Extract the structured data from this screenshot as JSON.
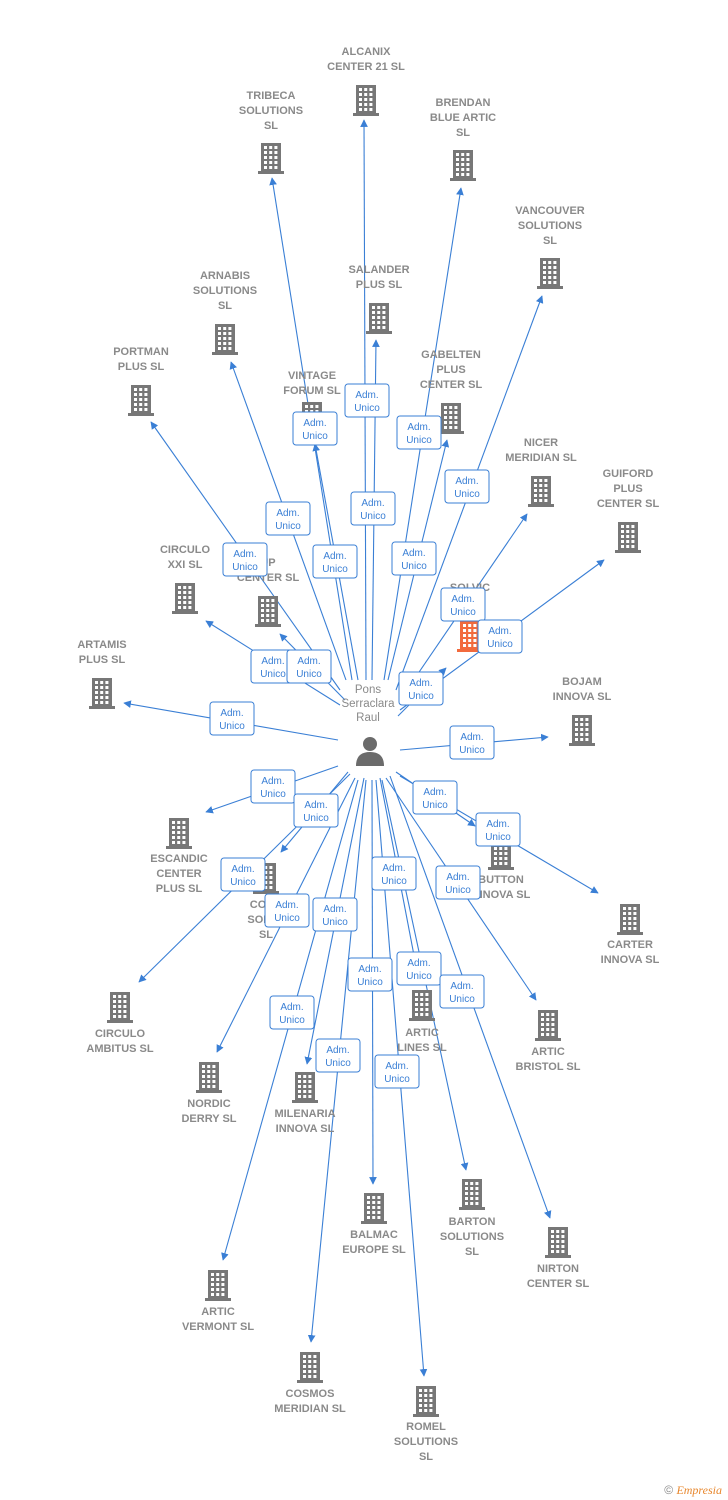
{
  "colors": {
    "edge": "#3a7fd5",
    "building": "#777777",
    "highlight": "#f26a3d",
    "label": "#8a8a8a",
    "person": "#6b6b6b"
  },
  "person": {
    "lines": [
      "Pons",
      "Serraclara",
      "Raul"
    ],
    "icon": "person-icon"
  },
  "role": [
    "Adm.",
    "Unico"
  ],
  "companies": [
    {
      "id": "alcanix",
      "lines": [
        "ALCANIX",
        "CENTER 21 SL"
      ]
    },
    {
      "id": "tribeca",
      "lines": [
        "TRIBECA",
        "SOLUTIONS",
        "SL"
      ]
    },
    {
      "id": "brendan",
      "lines": [
        "BRENDAN",
        "BLUE ARTIC",
        "SL"
      ]
    },
    {
      "id": "vancouver",
      "lines": [
        "VANCOUVER",
        "SOLUTIONS",
        "SL"
      ]
    },
    {
      "id": "arnabis",
      "lines": [
        "ARNABIS",
        "SOLUTIONS",
        "SL"
      ]
    },
    {
      "id": "salander",
      "lines": [
        "SALANDER",
        "PLUS SL"
      ]
    },
    {
      "id": "portman",
      "lines": [
        "PORTMAN",
        "PLUS SL"
      ]
    },
    {
      "id": "vintage",
      "lines": [
        "VINTAGE",
        "FORUM SL"
      ]
    },
    {
      "id": "gabelten",
      "lines": [
        "GABELTEN",
        "PLUS",
        "CENTER SL"
      ]
    },
    {
      "id": "nicer",
      "lines": [
        "NICER",
        "MERIDIAN  SL"
      ]
    },
    {
      "id": "guiford",
      "lines": [
        "GUIFORD",
        "PLUS",
        "CENTER SL"
      ]
    },
    {
      "id": "circuloxxi",
      "lines": [
        "CIRCULO",
        "XXI SL"
      ]
    },
    {
      "id": "upcenter",
      "lines": [
        "UP",
        "CENTER SL"
      ]
    },
    {
      "id": "solvic",
      "lines": [
        "SOLVIC",
        "N        SL"
      ],
      "highlight": true
    },
    {
      "id": "artamis",
      "lines": [
        "ARTAMIS",
        "PLUS SL"
      ]
    },
    {
      "id": "bojam",
      "lines": [
        "BOJAM",
        "INNOVA  SL"
      ]
    },
    {
      "id": "escandic",
      "lines": [
        "ESCANDIC",
        "CENTER",
        "PLUS SL"
      ]
    },
    {
      "id": "button",
      "lines": [
        "BUTTON",
        "INNOVA SL"
      ]
    },
    {
      "id": "carter",
      "lines": [
        "CARTER",
        "INNOVA  SL"
      ]
    },
    {
      "id": "conc",
      "lines": [
        "CONC",
        "SOLUT",
        "SL"
      ]
    },
    {
      "id": "circuloambitus",
      "lines": [
        "CIRCULO",
        "AMBITUS SL"
      ]
    },
    {
      "id": "articlines",
      "lines": [
        "ARTIC",
        "LINES SL"
      ]
    },
    {
      "id": "articbristol",
      "lines": [
        "ARTIC",
        "BRISTOL  SL"
      ]
    },
    {
      "id": "nordic",
      "lines": [
        "NORDIC",
        "DERRY  SL"
      ]
    },
    {
      "id": "milenaria",
      "lines": [
        "MILENARIA",
        "INNOVA SL"
      ]
    },
    {
      "id": "balmac",
      "lines": [
        "BALMAC",
        "EUROPE SL"
      ]
    },
    {
      "id": "barton",
      "lines": [
        "BARTON",
        "SOLUTIONS",
        "SL"
      ]
    },
    {
      "id": "nirton",
      "lines": [
        "NIRTON",
        "CENTER SL"
      ]
    },
    {
      "id": "articvermont",
      "lines": [
        "ARTIC",
        "VERMONT  SL"
      ]
    },
    {
      "id": "cosmos",
      "lines": [
        "COSMOS",
        "MERIDIAN  SL"
      ]
    },
    {
      "id": "romel",
      "lines": [
        "ROMEL",
        "SOLUTIONS",
        "SL"
      ]
    }
  ],
  "footer": {
    "copyright": "©",
    "brand": "Empresia"
  }
}
